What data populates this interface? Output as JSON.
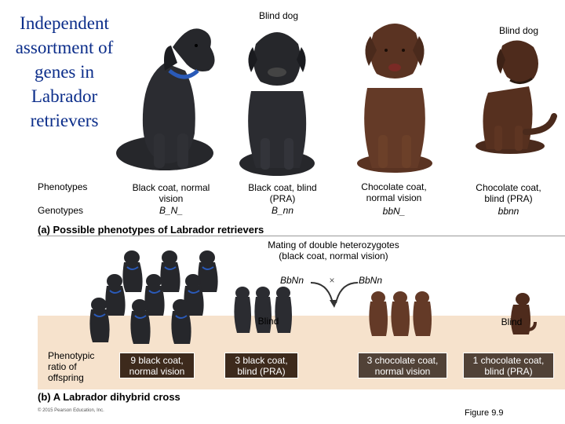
{
  "title": "Independent assortment of genes in Labrador retrievers",
  "row_labels": {
    "phenotypes": "Phenotypes",
    "genotypes": "Genotypes"
  },
  "dogs": [
    {
      "phenotype": "Black coat, normal vision",
      "genotype": "B_N_",
      "tag": ""
    },
    {
      "phenotype": "Black coat, blind (PRA)",
      "genotype": "B_nn",
      "tag": "Blind dog"
    },
    {
      "phenotype": "Chocolate coat, normal vision",
      "genotype": "bbN_",
      "tag": ""
    },
    {
      "phenotype": "Chocolate coat, blind (PRA)",
      "genotype": "bbnn",
      "tag": "Blind dog"
    }
  ],
  "part_a_caption": "(a) Possible phenotypes of Labrador retrievers",
  "mating": {
    "text": "Mating of double heterozygotes (black coat, normal vision)",
    "parent1": "BbNn",
    "cross": "×",
    "parent2": "BbNn"
  },
  "blind_tags": [
    "Blind",
    "Blind"
  ],
  "ratio_label": "Phenotypic ratio of offspring",
  "ratios": [
    "9 black coat, normal vision",
    "3 black coat, blind (PRA)",
    "3 chocolate coat, normal vision",
    "1 chocolate coat, blind (PRA)"
  ],
  "part_b_caption": "(b) A Labrador dihybrid cross",
  "copyright": "© 2015 Pearson Education, Inc.",
  "figure": "Figure 9.9",
  "colors": {
    "title": "#0b2d8a",
    "black_dog": "#26272b",
    "chocolate_dog": "#5a3322",
    "dark_chocolate_dog": "#4a2a1c",
    "panel": "#f6e2cc",
    "ratio_box": "#3d2a1c",
    "collar": "#2a5ab8"
  }
}
